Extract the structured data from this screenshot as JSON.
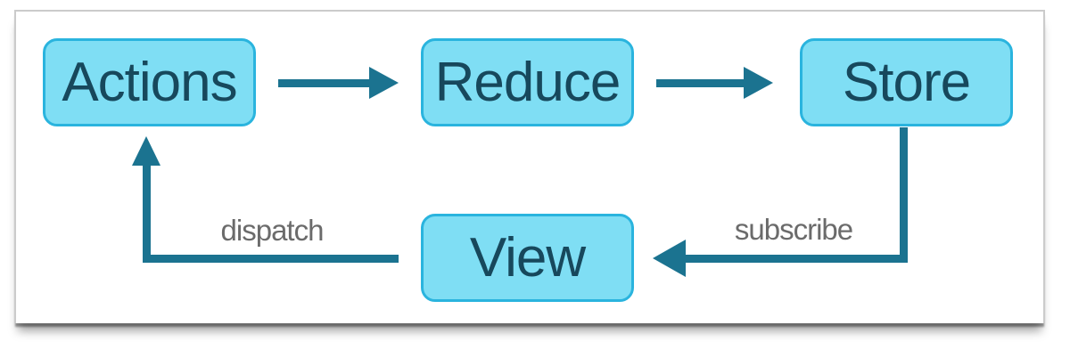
{
  "diagram": {
    "type": "flow-diagram",
    "subject": "redux-data-flow",
    "nodes": [
      {
        "id": "actions",
        "label": "Actions"
      },
      {
        "id": "reduce",
        "label": "Reduce"
      },
      {
        "id": "store",
        "label": "Store"
      },
      {
        "id": "view",
        "label": "View"
      }
    ],
    "edges": [
      {
        "from": "actions",
        "to": "reduce",
        "label": ""
      },
      {
        "from": "reduce",
        "to": "store",
        "label": ""
      },
      {
        "from": "store",
        "to": "view",
        "label": "subscribe"
      },
      {
        "from": "view",
        "to": "actions",
        "label": "dispatch"
      }
    ],
    "colors": {
      "node_fill": "#7fdef4",
      "node_border": "#2ab4de",
      "node_text": "#17485c",
      "arrow": "#1b7390",
      "edge_label_text": "#6b6b6b",
      "card_background": "#ffffff",
      "card_border": "#cbcbcb"
    }
  }
}
